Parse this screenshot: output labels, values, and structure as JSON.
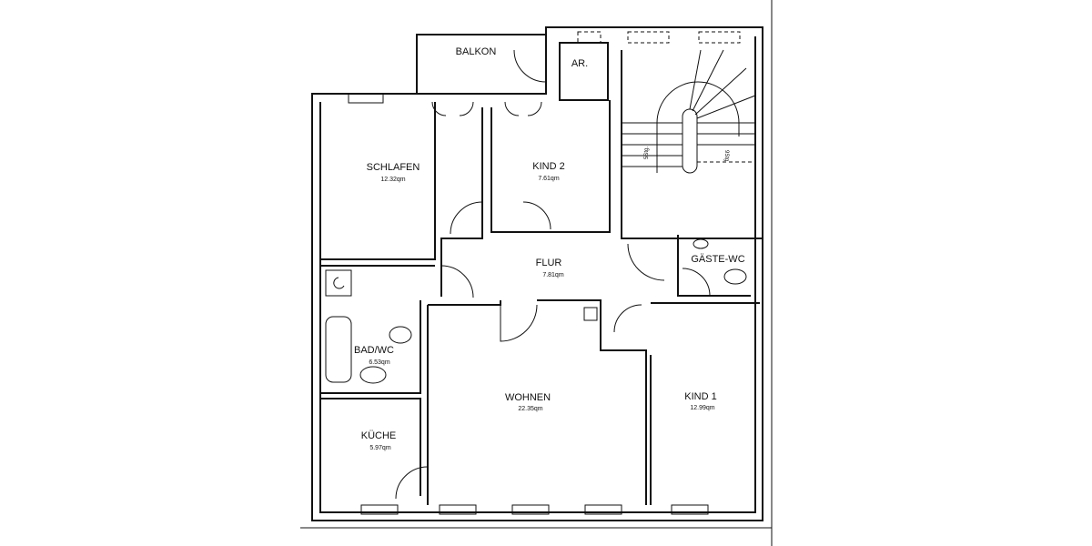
{
  "plan": {
    "rooms": [
      {
        "id": "balkon",
        "name": "BALKON",
        "area": ""
      },
      {
        "id": "ar",
        "name": "AR.",
        "area": ""
      },
      {
        "id": "schlafen",
        "name": "SCHLAFEN",
        "area": "12.32qm"
      },
      {
        "id": "kind2",
        "name": "KIND 2",
        "area": "7.61qm"
      },
      {
        "id": "flur",
        "name": "FLUR",
        "area": "7.81qm"
      },
      {
        "id": "gaeste-wc",
        "name": "GÄSTE-WC",
        "area": ""
      },
      {
        "id": "bad-wc",
        "name": "BAD/WC",
        "area": "6.53qm"
      },
      {
        "id": "kueche",
        "name": "KÜCHE",
        "area": "5.97qm"
      },
      {
        "id": "wohnen",
        "name": "WOHNEN",
        "area": "22.35qm"
      },
      {
        "id": "kind1",
        "name": "KIND 1",
        "area": "12.99qm"
      }
    ],
    "stairs": {
      "flight_a": "5Stg.",
      "flight_b": "9Stg."
    },
    "line_color": "#111111"
  }
}
